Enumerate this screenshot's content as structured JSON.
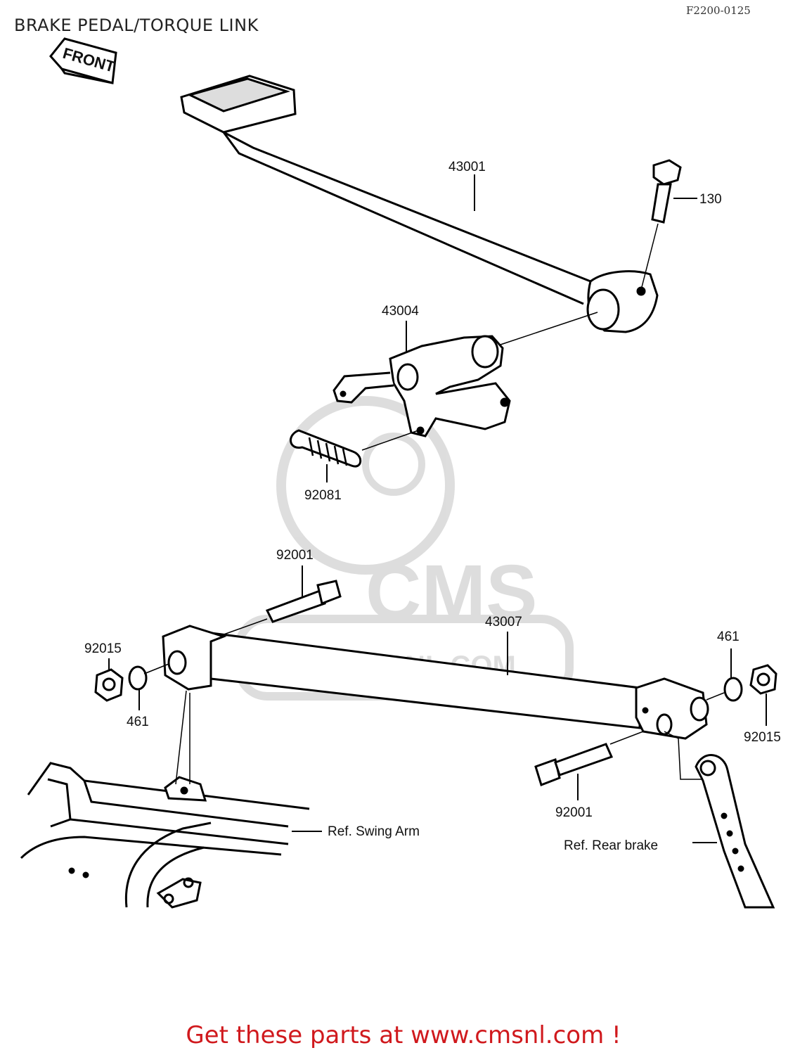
{
  "title": "BRAKE PEDAL/TORQUE LINK",
  "diagram_code": "F2200-0125",
  "front_label": "FRONT",
  "watermark": {
    "brand": "CMS",
    "url": "WWW.CMSNL.COM"
  },
  "parts": {
    "p43001": "43001",
    "p130": "130",
    "p43004": "43004",
    "p92081": "92081",
    "p92001_top": "92001",
    "p43007": "43007",
    "p92015_left": "92015",
    "p461_left": "461",
    "p461_right": "461",
    "p92015_right": "92015",
    "p92001_bottom": "92001"
  },
  "references": {
    "swing_arm": "Ref. Swing Arm",
    "rear_brake": "Ref. Rear brake"
  },
  "footer": "Get these parts at www.cmsnl.com !"
}
